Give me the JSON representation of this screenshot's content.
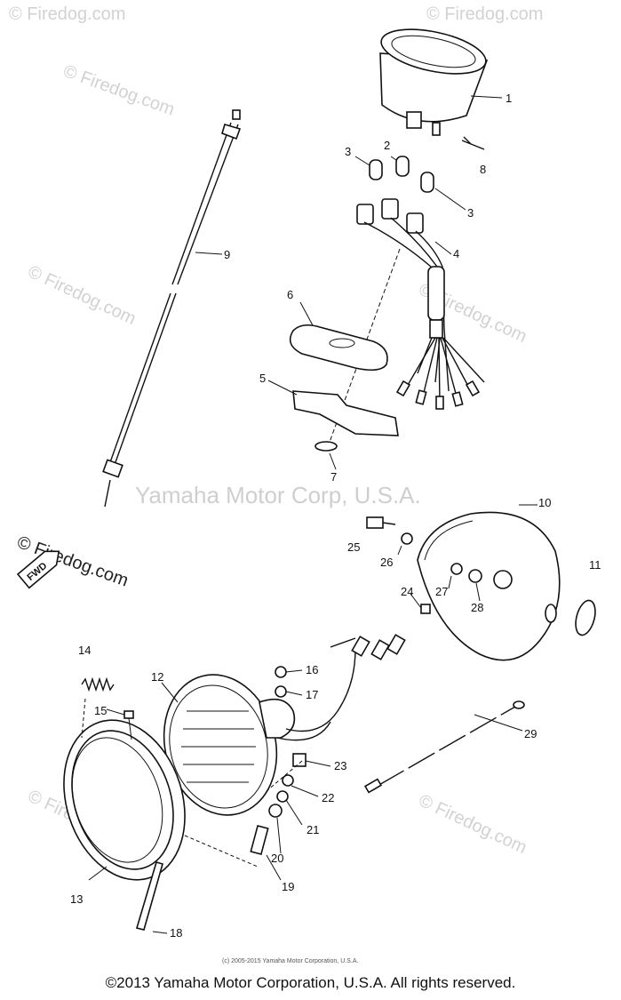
{
  "watermarks": {
    "firedog": "© Firedog.com",
    "center": "Yamaha Motor Corp, U.S.A."
  },
  "labels": [
    "1",
    "2",
    "3",
    "3",
    "4",
    "5",
    "6",
    "7",
    "8",
    "9",
    "10",
    "11",
    "12",
    "13",
    "14",
    "15",
    "16",
    "17",
    "18",
    "19",
    "20",
    "21",
    "22",
    "23",
    "24",
    "25",
    "26",
    "27",
    "28",
    "29"
  ],
  "fwd_tag": "FWD",
  "small_credit": "(c) 2005-2015 Yamaha Motor Corporation, U.S.A.",
  "copyright": "©2013 Yamaha Motor Corporation, U.S.A. All rights reserved."
}
